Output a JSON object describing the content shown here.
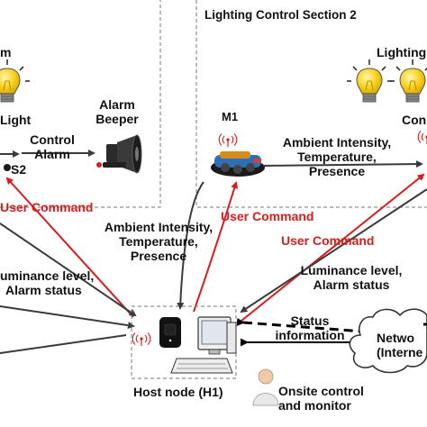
{
  "sections": {
    "left_title_fragment": "m",
    "right_title": "Lighting Control Section 2"
  },
  "left_section": {
    "light_label": "Light",
    "control_alarm": [
      "Control",
      "Alarm"
    ],
    "alarm_beeper": [
      "Alarm",
      "Beeper"
    ],
    "sensor_label": "S2"
  },
  "right_section": {
    "lighting_fragment": "Lighting",
    "cont_fragment": "Con",
    "m1_label": "M1",
    "ambient": [
      "Ambient Intensity,",
      "Temperature,",
      "Presence"
    ]
  },
  "links": {
    "user_command_left": "User Command",
    "user_command_mid": "User Command",
    "user_command_right": "User Command",
    "ambient_mid": [
      "Ambient Intensity,",
      "Temperature,",
      "Presence"
    ],
    "luminance_left": [
      "uminance level,",
      "Alarm status"
    ],
    "luminance_right": [
      "Luminance level,",
      "Alarm status"
    ],
    "status_info": [
      "Status",
      "information"
    ]
  },
  "host": {
    "label": "Host node (H1)"
  },
  "network": {
    "lines": [
      "Netwo",
      "(Interne"
    ]
  },
  "onsite": {
    "lines": [
      "Onsite control",
      "and monitor"
    ]
  },
  "colors": {
    "red": "#d91c1c",
    "dark": "#3a3a3a",
    "bulb": "#f7d21e"
  },
  "icons": [
    "light-bulb-icon",
    "alarm-beeper-icon",
    "robot-m1-icon",
    "wireless-signal-icon",
    "computer-icon",
    "router-icon",
    "keyboard-icon",
    "cloud-icon",
    "person-icon"
  ]
}
